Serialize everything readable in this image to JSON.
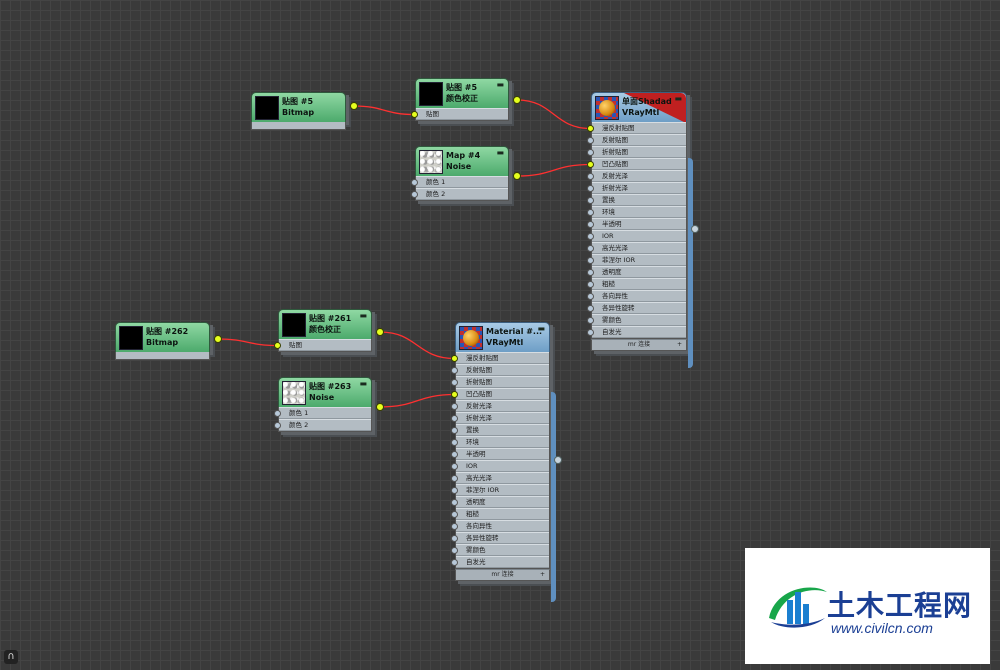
{
  "nodes": [
    {
      "id": "n1",
      "title1": "贴图 #5",
      "title2": "Bitmap",
      "thumb": "bitmap",
      "inputs": []
    },
    {
      "id": "n2",
      "title1": "贴图 #5",
      "title2": "颜色校正",
      "thumb": "bitmap",
      "minimize": "▬",
      "inputs": [
        "贴图"
      ]
    },
    {
      "id": "n3",
      "title1": "Map #4",
      "title2": "Noise",
      "thumb": "noise",
      "minimize": "▬",
      "inputs": [
        "颜色 1",
        "颜色 2"
      ]
    },
    {
      "id": "n4",
      "title1": "单面Shadad",
      "title2": "VRayMtl",
      "thumb": "material",
      "minimize": "▬",
      "footer": "mr 连接",
      "inputs": [
        "漫反射贴图",
        "反射贴图",
        "折射贴图",
        "凹凸贴图",
        "反射光泽",
        "折射光泽",
        "置换",
        "环境",
        "半透明",
        "IOR",
        "高光光泽",
        "菲涅尔 IOR",
        "透明度",
        "粗糙",
        "各向异性",
        "各异性旋转",
        "雾颜色",
        "自发光"
      ]
    },
    {
      "id": "n5",
      "title1": "贴图 #262",
      "title2": "Bitmap",
      "thumb": "bitmap",
      "inputs": []
    },
    {
      "id": "n6",
      "title1": "贴图 #261",
      "title2": "颜色校正",
      "thumb": "bitmap",
      "minimize": "▬",
      "inputs": [
        "贴图"
      ]
    },
    {
      "id": "n7",
      "title1": "贴图 #263",
      "title2": "Noise",
      "thumb": "noise",
      "minimize": "▬",
      "inputs": [
        "颜色 1",
        "颜色 2"
      ]
    },
    {
      "id": "n8",
      "title1": "Material #...",
      "title2": "VRayMtl",
      "thumb": "material",
      "minimize": "▬",
      "footer": "mr 连接",
      "inputs": [
        "漫反射贴图",
        "反射贴图",
        "折射贴图",
        "凹凸贴图",
        "反射光泽",
        "折射光泽",
        "置换",
        "环境",
        "半透明",
        "IOR",
        "高光光泽",
        "菲涅尔 IOR",
        "透明度",
        "粗糙",
        "各向异性",
        "各异性旋转",
        "雾颜色",
        "自发光"
      ]
    }
  ],
  "connections": [
    {
      "from": "n1",
      "to": "n2",
      "input": 0
    },
    {
      "from": "n2",
      "to": "n4",
      "input": 0
    },
    {
      "from": "n3",
      "to": "n4",
      "input": 3
    },
    {
      "from": "n5",
      "to": "n6",
      "input": 0
    },
    {
      "from": "n6",
      "to": "n8",
      "input": 0
    },
    {
      "from": "n7",
      "to": "n8",
      "input": 3
    }
  ],
  "colors": {
    "wire": "#ff3030",
    "socket_connected": "#e6ff1e",
    "socket_idle": "#b7c8d8",
    "map_header": "#5bb87a",
    "material_header": "#7ea9cf"
  },
  "watermark": {
    "name": "土木工程网",
    "url": "www.civilcn.com"
  },
  "corner_icon": "∩"
}
